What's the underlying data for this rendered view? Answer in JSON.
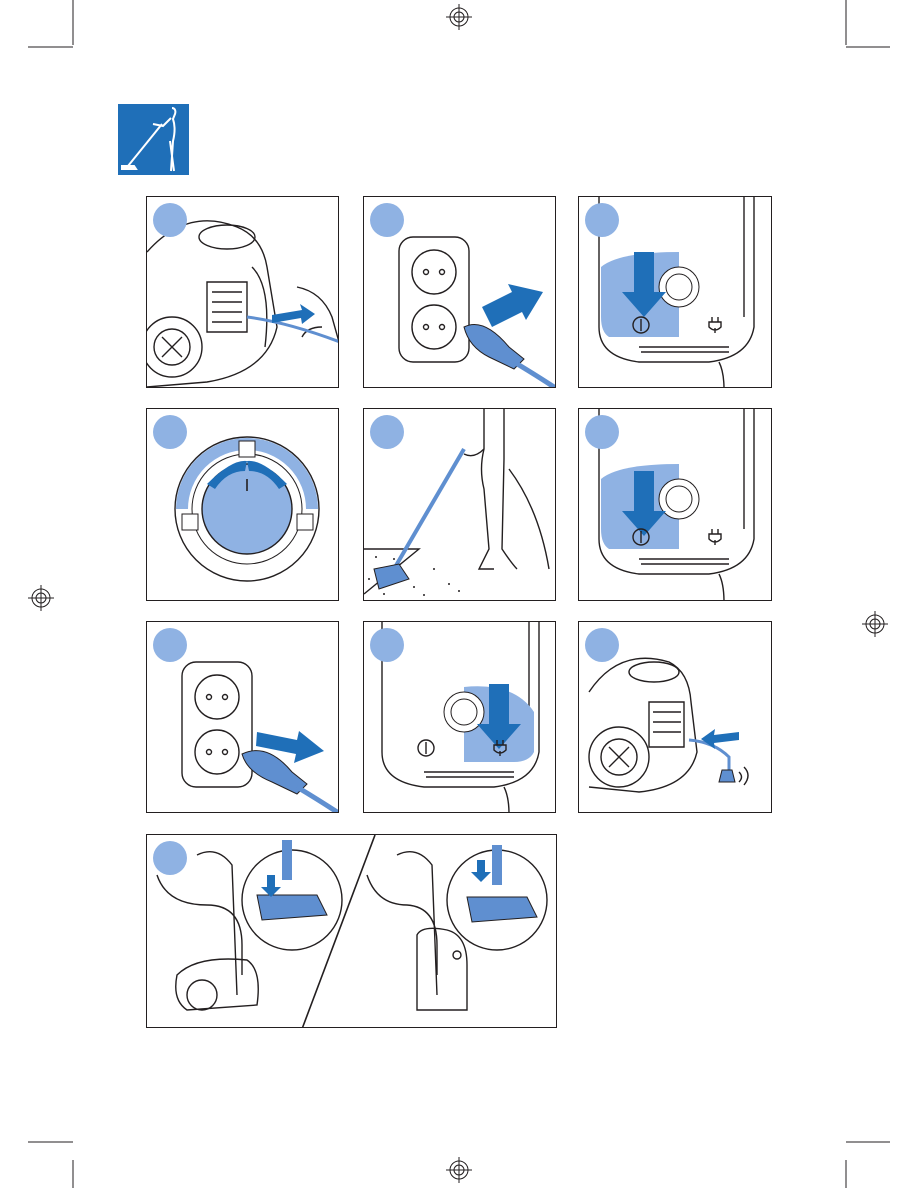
{
  "page": {
    "section_icon": "vacuum-cleaning-person-icon",
    "colors": {
      "accent_blue": "#1f6fb8",
      "light_blue": "#8fb2e3",
      "mid_blue": "#5f8fd0",
      "line": "#231f20"
    }
  },
  "steps": [
    {
      "id": 1,
      "illustration": "pull-out-power-cord"
    },
    {
      "id": 2,
      "illustration": "insert-plug-in-socket"
    },
    {
      "id": 3,
      "illustration": "press-on-off-button",
      "on_symbol": "I"
    },
    {
      "id": 4,
      "illustration": "suction-power-dial"
    },
    {
      "id": 5,
      "illustration": "vacuum-floor"
    },
    {
      "id": 6,
      "illustration": "press-on-off-button",
      "on_symbol": "I"
    },
    {
      "id": 7,
      "illustration": "remove-plug-from-socket"
    },
    {
      "id": 8,
      "illustration": "press-cord-rewind-button",
      "on_symbol": "I"
    },
    {
      "id": 9,
      "illustration": "cord-rewinds"
    },
    {
      "id": 10,
      "illustration": "park-nozzle-in-parking-slot"
    }
  ]
}
